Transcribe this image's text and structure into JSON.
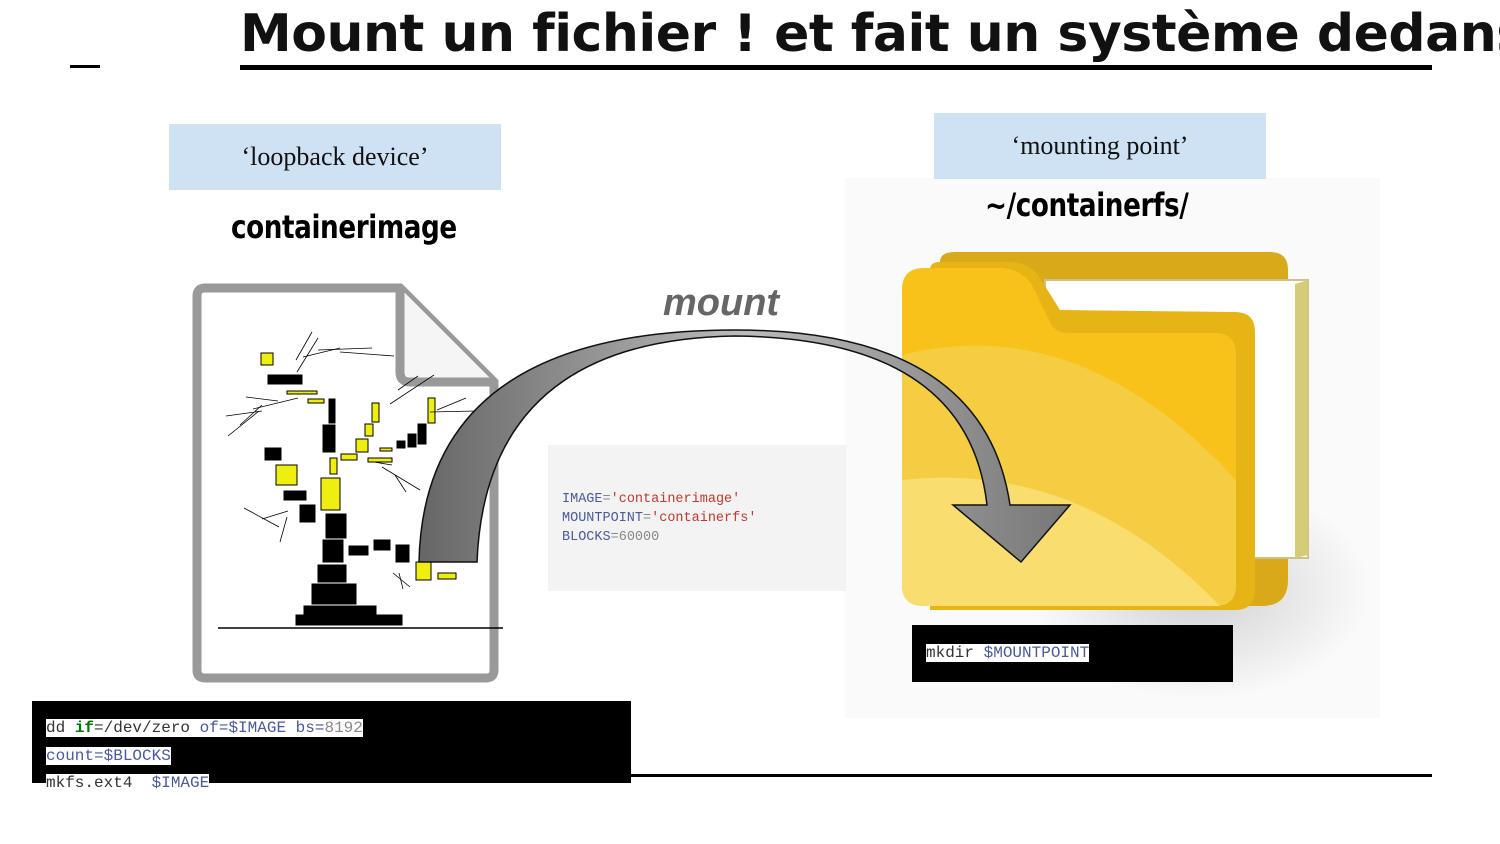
{
  "title": "Mount un fichier ! et fait un système dedans",
  "left": {
    "tag": "‘loopback device’",
    "name": "containerimage"
  },
  "right": {
    "tag": "‘mounting point’",
    "name": "~/containerfs/"
  },
  "arrow_label": "mount",
  "vars_block": {
    "lines": [
      {
        "key": "IMAGE",
        "eq": "=",
        "value": "'containerimage'"
      },
      {
        "key": "MOUNTPOINT",
        "eq": "=",
        "value": "'containerfs'"
      },
      {
        "key": "BLOCKS",
        "eq": "=",
        "value": "60000"
      }
    ]
  },
  "code_left": {
    "line1": {
      "cmd": "dd ",
      "kw_if": "if",
      "eq1": "=/dev/zero ",
      "of": "of=$IMAGE ",
      "bs": "bs=",
      "bs_val": "8192"
    },
    "line2": {
      "count": "count=$BLOCKS"
    },
    "line3": {
      "cmd": "mkfs.ext4 ",
      "arg": " $IMAGE"
    }
  },
  "code_right": {
    "cmd": "mkdir ",
    "arg": "$MOUNTPOINT"
  },
  "colors": {
    "tag_bg": "#cfe2f3",
    "folder_yellow": "#f9c21a",
    "code_bg": "#000000",
    "vars_bg": "#f3f3f3"
  }
}
